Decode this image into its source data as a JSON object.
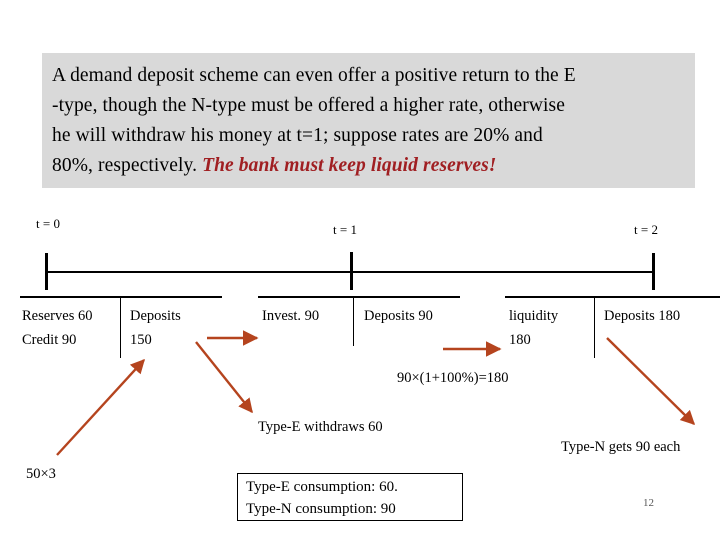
{
  "slide": {
    "page_number": "12",
    "accent_color": "#a01f22",
    "arrow_color": "#b5441e",
    "header_bg": "#d9d9d9"
  },
  "header": {
    "line1": "A demand deposit scheme can even offer a positive return to the E",
    "line2": "-type, though the N-type must be offered a higher rate, otherwise",
    "line3": "he will withdraw his money at t=1; suppose rates are 20% and",
    "line4_prefix": "80%, respectively. ",
    "line4_emphasis": "The bank must keep liquid reserves!"
  },
  "timeline": {
    "ticks": [
      {
        "label": "t = 0"
      },
      {
        "label": "t = 1"
      },
      {
        "label": "t = 2"
      }
    ]
  },
  "ledgers": [
    {
      "name": "t0-balance-sheet",
      "assets": [
        "Reserves 60",
        "Credit 90"
      ],
      "liabilities": [
        "Deposits",
        "150"
      ]
    },
    {
      "name": "t1-balance-sheet",
      "assets": [
        "Invest. 90"
      ],
      "liabilities": [
        "Deposits 90"
      ]
    },
    {
      "name": "t2-balance-sheet",
      "assets": [
        "liquidity",
        "180"
      ],
      "liabilities": [
        "Deposits 180"
      ]
    }
  ],
  "annotations": {
    "growth_formula": "90×(1+100%)=180",
    "type_e_withdraws": "Type-E withdraws 60",
    "type_n_gets": "Type-N gets 90 each",
    "deposit_inflow": "50×3"
  },
  "consumption": {
    "line1": "Type-E consumption: 60.",
    "line2": "Type-N consumption: 90"
  }
}
